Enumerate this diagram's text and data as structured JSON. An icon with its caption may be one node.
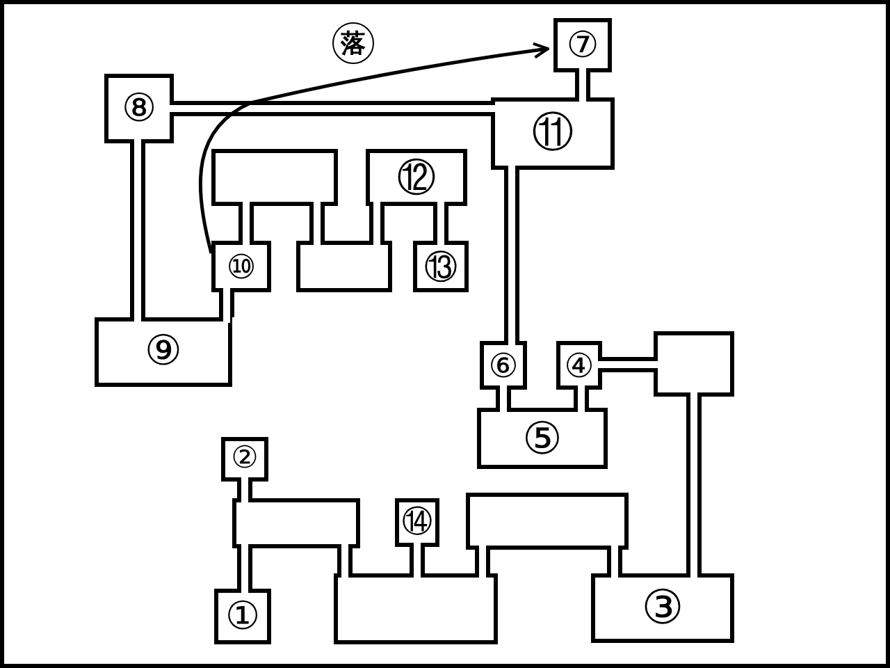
{
  "diagram": {
    "nodes": [
      {
        "text": [
          "⑦"
        ]
      },
      {
        "text": [
          "⑧"
        ]
      },
      {
        "text": [
          "⑪"
        ]
      },
      {
        "text": [],
        "shape": "box"
      },
      {
        "text": [
          "⑫"
        ]
      },
      {
        "text": [
          "⑩"
        ]
      },
      {
        "text": [],
        "shape": "box"
      },
      {
        "text": [
          "⑬"
        ]
      },
      {
        "text": [
          "⑨"
        ]
      },
      {
        "text": [],
        "shape": "box"
      },
      {
        "text": [
          "⑥"
        ]
      },
      {
        "text": [
          "④"
        ]
      },
      {
        "text": [
          "⑤"
        ]
      },
      {
        "text": [
          "②"
        ]
      },
      {
        "text": [],
        "shape": "box"
      },
      {
        "text": [
          "⑭"
        ]
      },
      {
        "text": [],
        "shape": "box"
      },
      {
        "text": [],
        "shape": "box"
      },
      {
        "text": [
          "①"
        ]
      },
      {
        "text": [
          "③"
        ]
      }
    ],
    "edges": [
      {
        "from": 0,
        "to": 2,
        "arrow": "none"
      },
      {
        "from": 1,
        "to": 2,
        "arrow": "none"
      },
      {
        "from": 1,
        "to": 8,
        "arrow": "none"
      },
      {
        "from": 5,
        "to": 8,
        "arrow": "none"
      },
      {
        "from": 3,
        "to": 5,
        "arrow": "none"
      },
      {
        "from": 3,
        "to": 6,
        "arrow": "none"
      },
      {
        "from": 4,
        "to": 6,
        "arrow": "none"
      },
      {
        "from": 4,
        "to": 7,
        "arrow": "none"
      },
      {
        "from": 2,
        "to": 10,
        "arrow": "none"
      },
      {
        "from": 10,
        "to": 12,
        "arrow": "none"
      },
      {
        "from": 11,
        "to": 12,
        "arrow": "none"
      },
      {
        "from": 11,
        "to": 9,
        "arrow": "none"
      },
      {
        "from": 9,
        "to": 19,
        "arrow": "none"
      },
      {
        "from": 13,
        "to": 14,
        "arrow": "none"
      },
      {
        "from": 14,
        "to": 18,
        "arrow": "none"
      },
      {
        "from": 14,
        "to": 17,
        "arrow": "none"
      },
      {
        "from": 15,
        "to": 17,
        "arrow": "none"
      },
      {
        "from": 16,
        "to": 17,
        "arrow": "none"
      },
      {
        "from": 16,
        "to": 19,
        "arrow": "none"
      },
      {
        "from": 5,
        "to": 0,
        "arrow": "to",
        "label": "落",
        "color": "#000000"
      }
    ]
  }
}
